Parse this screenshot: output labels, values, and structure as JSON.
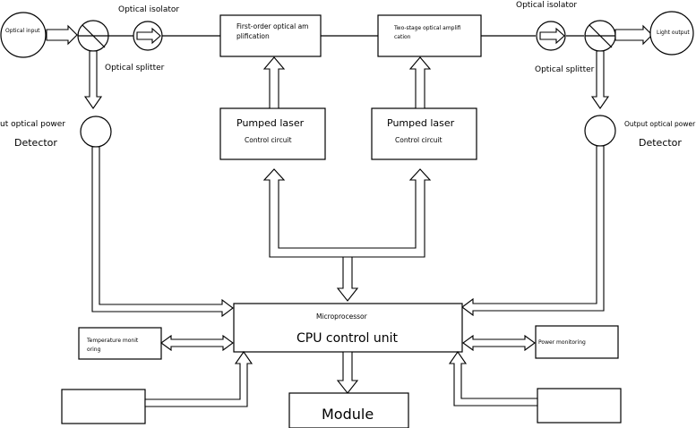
{
  "labels": {
    "optical_input": "Optical input",
    "optical_isolator_left": "Optical isolator",
    "optical_splitter_left": "Optical splitter",
    "input_power_label": "ut optical power",
    "detector_left": "Detector",
    "first_amp_line1": "First-order optical am",
    "first_amp_line2": "plification",
    "second_amp_line1": "Two-stage optical amplifi",
    "second_amp_line2": "cation",
    "pumped_laser_left": "Pumped laser",
    "control_circuit_left": "Control circuit",
    "pumped_laser_right": "Pumped laser",
    "control_circuit_right": "Control circuit",
    "optical_isolator_right": "Optical isolator",
    "light_output": "Light output",
    "optical_splitter_right": "Optical splitter",
    "output_power_label": "Output optical power",
    "detector_right": "Detector",
    "microprocessor": "Microprocessor",
    "cpu_control_unit": "CPU control unit",
    "temperature_line1": "Temperature monit",
    "temperature_line2": "oring",
    "power_monitoring": "Power monitoring",
    "module": "Module"
  }
}
